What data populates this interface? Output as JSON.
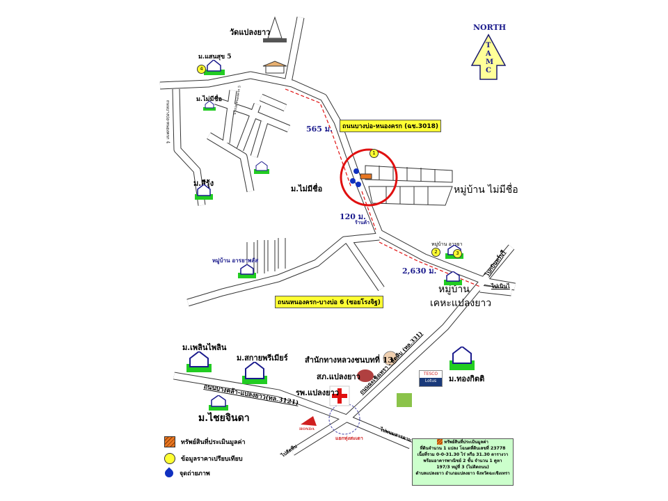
{
  "north": {
    "label": "NORTH",
    "letters": [
      "T",
      "A",
      "M",
      "C"
    ]
  },
  "places": {
    "temple": "วัดแปลงยาว",
    "village_saensuk5": "ม.แสนสุข 5",
    "village_nameless_1": "ม.ไม่มีชื่อ",
    "village_siroong": "ม.สีรุ้ง",
    "village_nameless_2": "ม.ไม่มีชื่อ",
    "village_nameless_3": "หมู่บ้าน ไม่มีชื่อ",
    "village_arya": "หมู่บ้าน อารยา",
    "village_aryaphat": "หมู่บ้าน อารยาพลัส",
    "village_kheha_1": "หมู่บ้าน",
    "village_kheha_2": "เคหะแปลงยาว",
    "shop": "ร้านค้า",
    "village_phoenphailin": "ม.เพลินไพลิน",
    "village_sakai": "ม.สกายพรีเมียร์",
    "village_chaichinda": "ม.ไชยจินดา",
    "highway_office": "สำนักทางหลวงชนบทที่ 13",
    "police": "สภ.แปลงยาว",
    "hospital": "รพ.แปลงยาว",
    "village_thongkitti": "ม.ทองกิตติ",
    "junction": "แยกทุ่งสะเดา",
    "tesco": "TESCO",
    "lotus": "Lotus",
    "honda": "HONDA"
  },
  "roads": {
    "main": "ถนนบางบ่อ-หนองครก (ฉช.3018)",
    "soi": "ถนนหนองครก-บางบ่อ 6 (ซอยโรงจิฐ)",
    "left_vertical": "ถนนบางบ่อ-หนองครก 4",
    "inner": "บางบ่อ-หนองครก 5",
    "route_3121": "ถนนบางคล้า-แปลงยาว(ทล.3121)",
    "route_331": "ถนนฉะเชิงเทรา - สัตหีบ (ทล.331)",
    "to_kabin": "ไปกบินทร์บุรี",
    "to_nern": "ไปเนินไ",
    "to_sattahip": "ไปสัตหีบ",
    "to_phanom": "ไปพนมสารคาม"
  },
  "distances": {
    "d1": "565 ม.",
    "d2": "120 ม.",
    "d3": "2,630 ม."
  },
  "markers": {
    "m1": "1",
    "m2": "2",
    "m3": "3",
    "m4": "4"
  },
  "legend": {
    "property": "ทรัพย์สินที่ประเมินมูลค่า",
    "comparable": "ข้อมูลราคาเปรียบเทียบ",
    "photo": "จุดถ่ายภาพ"
  },
  "info_box": {
    "title": "ทรัพย์สินที่ประเมินมูลค่า",
    "line1": "ที่ดินจำนวน 1 แปลง โฉนดที่ดินเลขที่ 23778",
    "line2": "เนื้อที่รวม 0-0-31.30 ไร่ หรือ 31.30 ตารางวา",
    "line3": "พร้อมอาคารพาณิชย์ 2 ชั้น จำนวน 1 คูหา",
    "line4": "197/3 หมู่ที่ 3 (ไม่ติดถนน)",
    "line5": "ตำบลแปลงยาว อำเภอแปลงยาว จังหวัดฉะเชิงเทรา"
  },
  "colors": {
    "road_label_bg": "#ffff33",
    "distance": "#1a1a8c",
    "circle": "#e01010",
    "info_bg": "#ccffcc"
  }
}
